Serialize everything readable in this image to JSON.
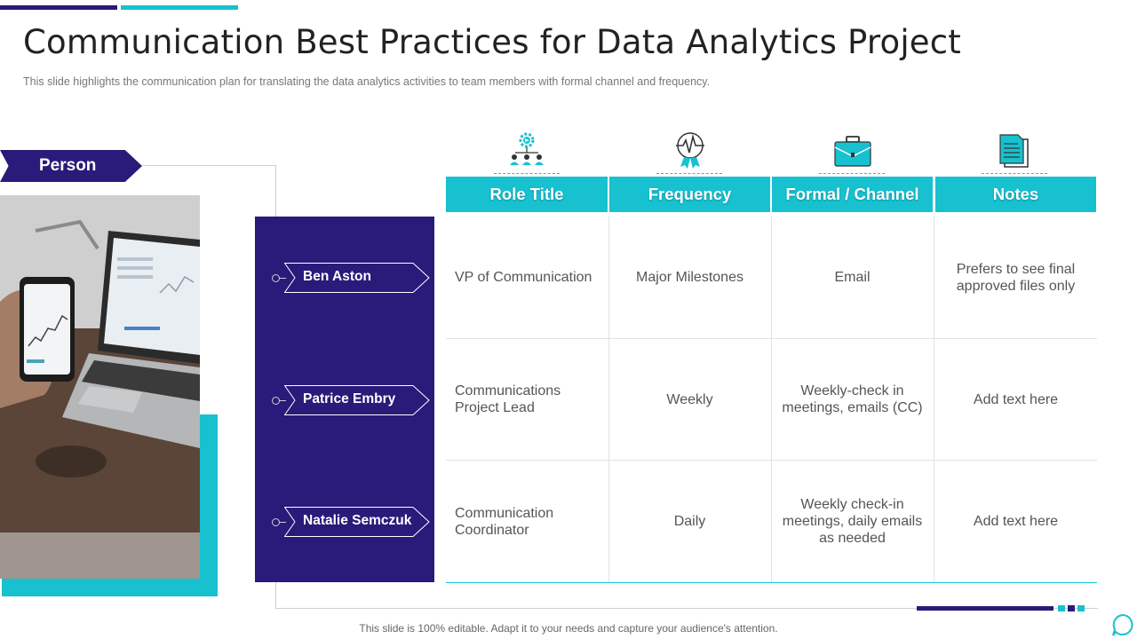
{
  "slide": {
    "title": "Communication Best Practices for Data Analytics Project",
    "subtitle": "This slide highlights the communication plan for translating the data analytics activities to team members with formal channel and frequency.",
    "person_label": "Person",
    "footer": "This slide is 100% editable. Adapt it to your needs and capture your audience's attention."
  },
  "colors": {
    "primary_purple": "#2a1a7a",
    "accent_teal": "#17c1d0"
  },
  "icons": [
    "team-gear-icon",
    "pulse-badge-icon",
    "briefcase-icon",
    "documents-icon"
  ],
  "table": {
    "headers": [
      "Role Title",
      "Frequency",
      "Formal / Channel",
      "Notes"
    ],
    "rows": [
      {
        "person": "Ben Aston",
        "role_line1": "VP of Communication",
        "role_line2": "",
        "frequency": "Major Milestones",
        "channel_line1": "Email",
        "channel_line2": "",
        "channel_line3": "",
        "notes_line1": "Prefers to see final",
        "notes_line2": "approved files only"
      },
      {
        "person": "Patrice Embry",
        "role_line1": "Communications",
        "role_line2": "Project Lead",
        "frequency": "Weekly",
        "channel_line1": "Weekly-check in",
        "channel_line2": "meetings, emails (CC)",
        "channel_line3": "",
        "notes_line1": "Add text here",
        "notes_line2": ""
      },
      {
        "person": "Natalie Semczuk",
        "role_line1": "Communication",
        "role_line2": "Coordinator",
        "frequency": "Daily",
        "channel_line1": "Weekly check-in",
        "channel_line2": "meetings, daily emails",
        "channel_line3": "as needed",
        "notes_line1": "Add text here",
        "notes_line2": ""
      }
    ]
  }
}
